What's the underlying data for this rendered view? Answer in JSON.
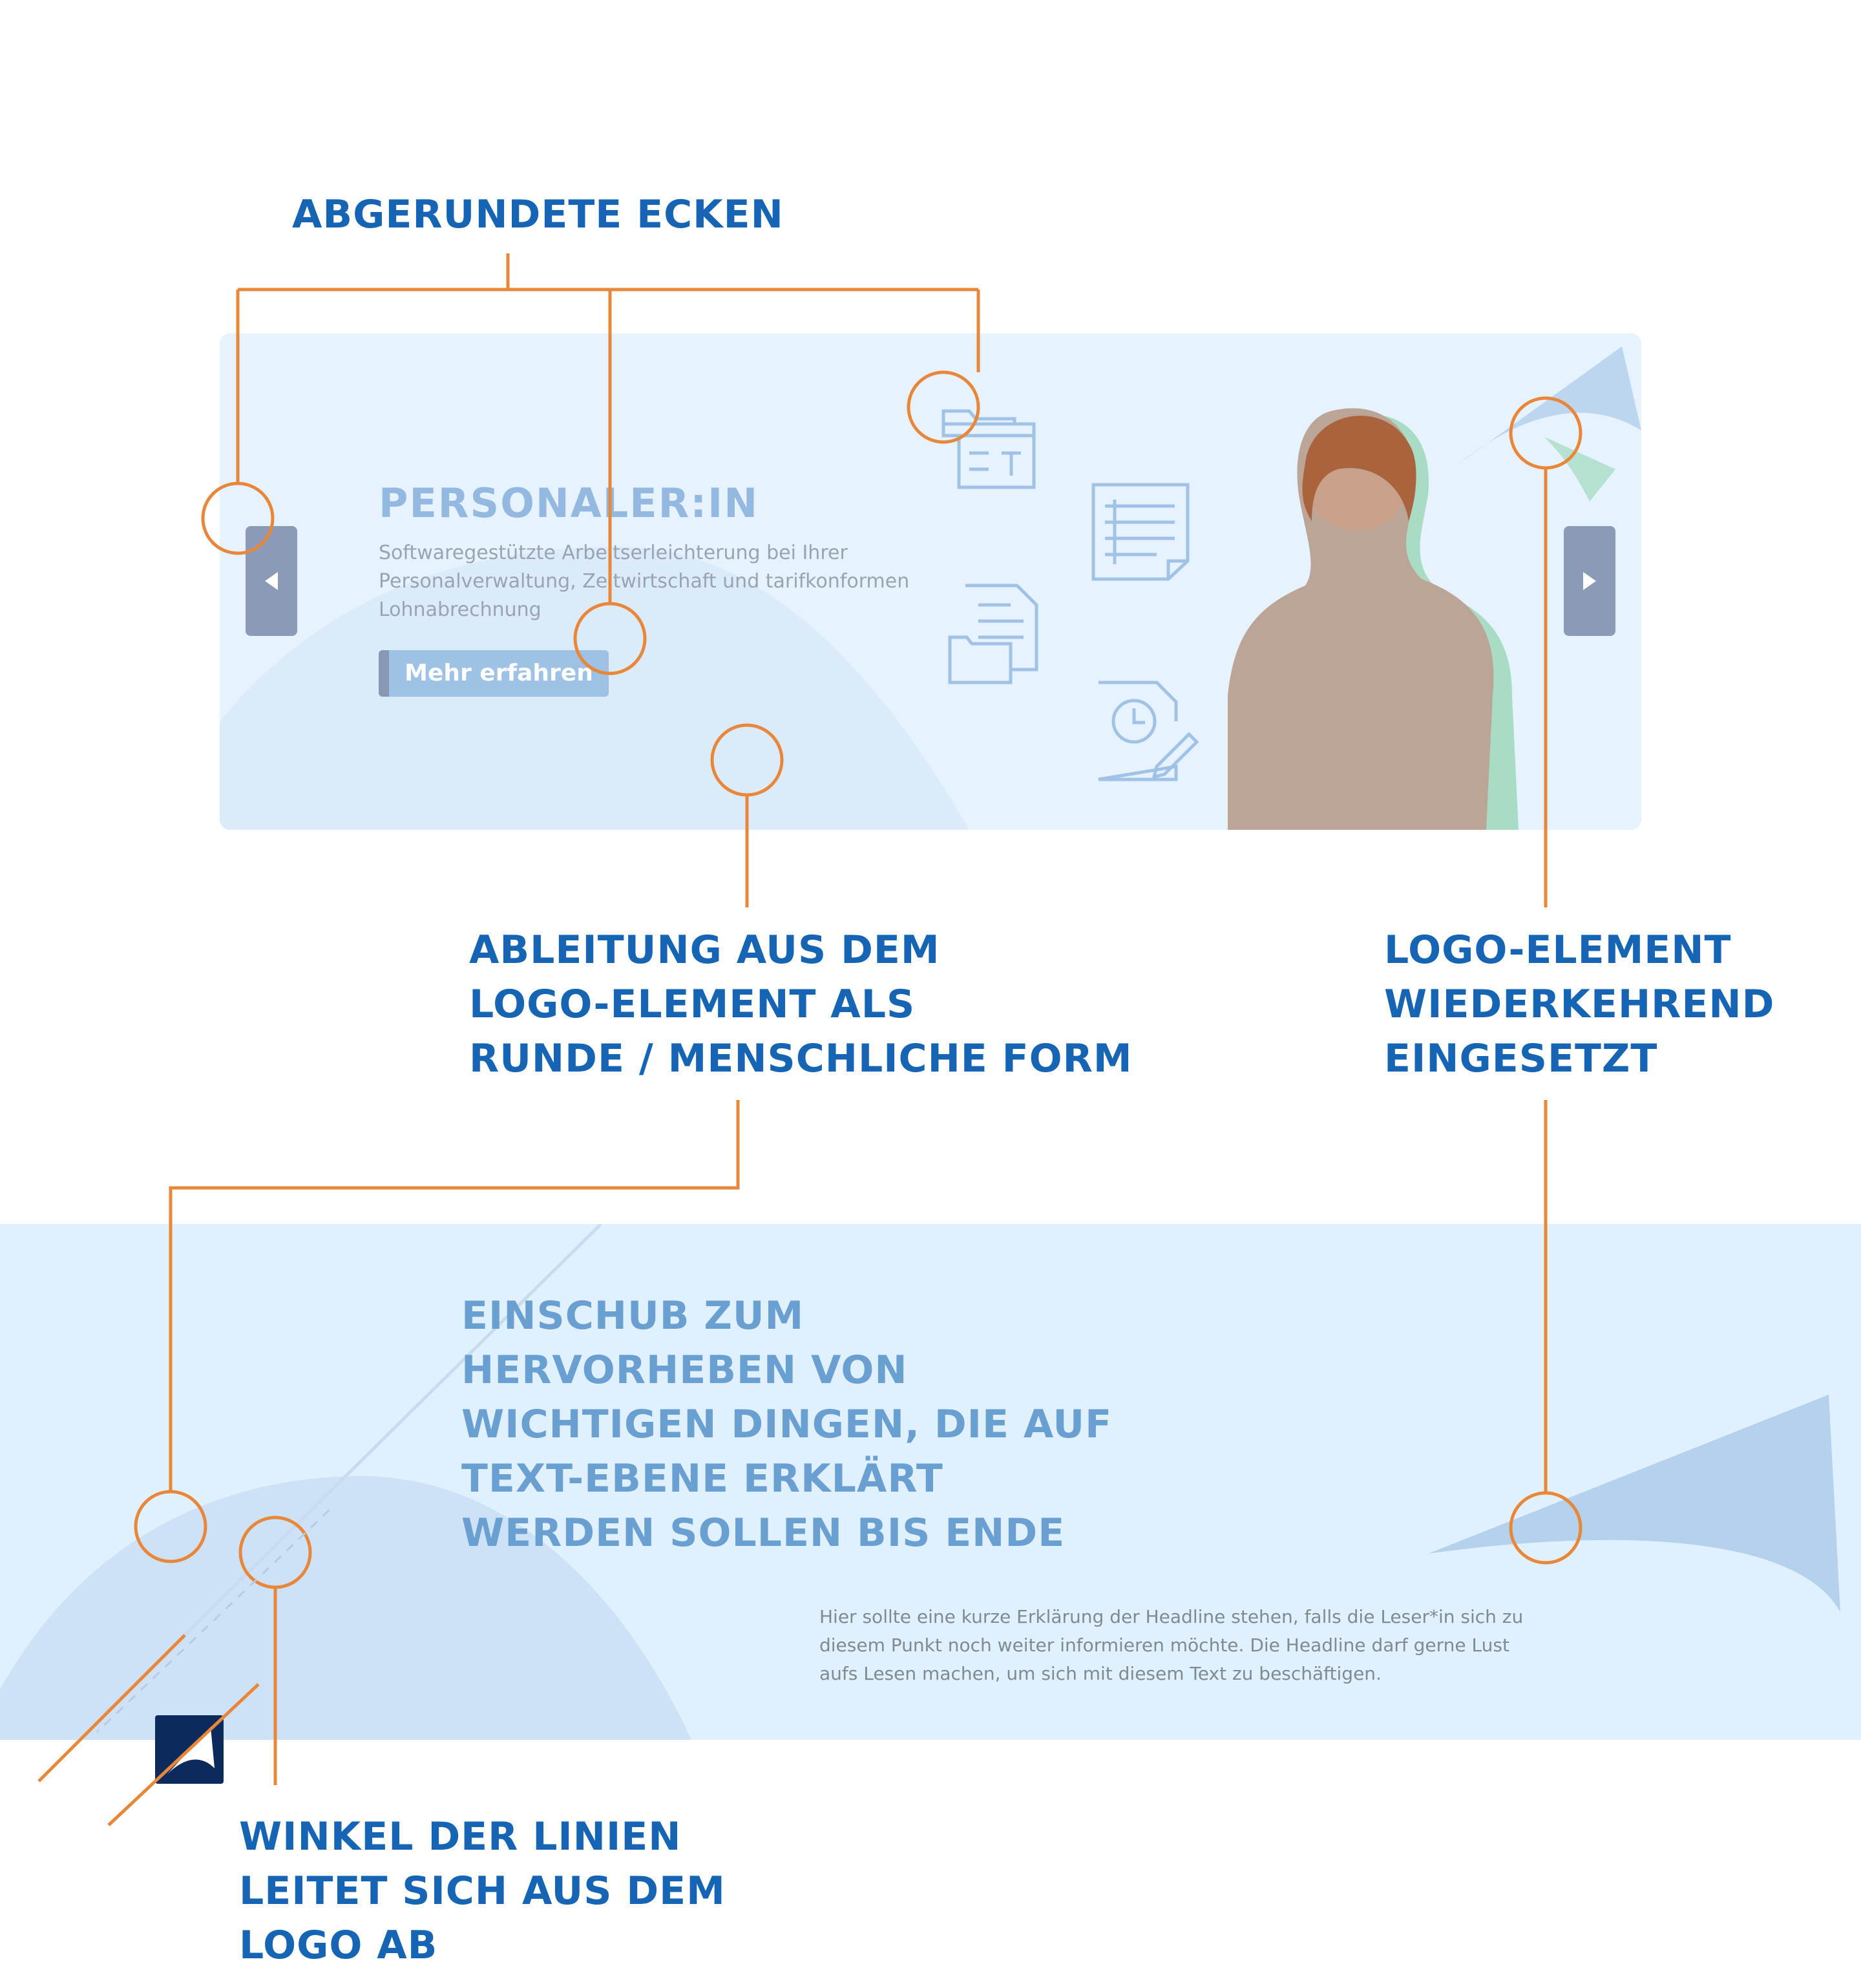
{
  "annotations": {
    "rounded_corners": "ABGERUNDETE ECKEN",
    "derivation": [
      "ABLEITUNG AUS DEM",
      "LOGO-ELEMENT ALS",
      "RUNDE / MENSCHLICHE FORM"
    ],
    "logo_recurring": [
      "LOGO-ELEMENT",
      "WIEDERKEHREND",
      "EINGESETZT"
    ],
    "line_angle": [
      "WINKEL DER LINIEN",
      "LEITET SICH AUS DEM",
      "LOGO AB"
    ]
  },
  "hero": {
    "title": "PERSONALER:IN",
    "description": "Softwaregestützte Arbeitserleichterung bei Ihrer Personalverwaltung, Zeitwirtschaft und tarifkonformen Lohnabrechnung",
    "button_label": "Mehr erfahren",
    "icons": [
      "folder-text-icon",
      "document-list-icon",
      "documents-folder-icon",
      "document-clock-icon"
    ],
    "prev_icon": "arrow-left-icon",
    "next_icon": "arrow-right-icon"
  },
  "band": {
    "headline": [
      "EINSCHUB ZUM",
      "HERVORHEBEN VON",
      "WICHTIGEN DINGEN, DIE AUF",
      "TEXT-EBENE ERKLÄRT",
      "WERDEN SOLLEN BIS ENDE"
    ],
    "text": "Hier sollte eine kurze Erklärung der Headline stehen, falls die Leser*in sich zu diesem Punkt noch weiter informieren möchte. Die Headline darf gerne Lust aufs Lesen machen, um sich mit diesem Text zu beschäftigen."
  },
  "colors": {
    "accent_orange": "#e8873a",
    "annotation_blue": "#1565b4",
    "logo_navy": "#0d2a5c",
    "nav_gray": "#8b9ab6"
  }
}
